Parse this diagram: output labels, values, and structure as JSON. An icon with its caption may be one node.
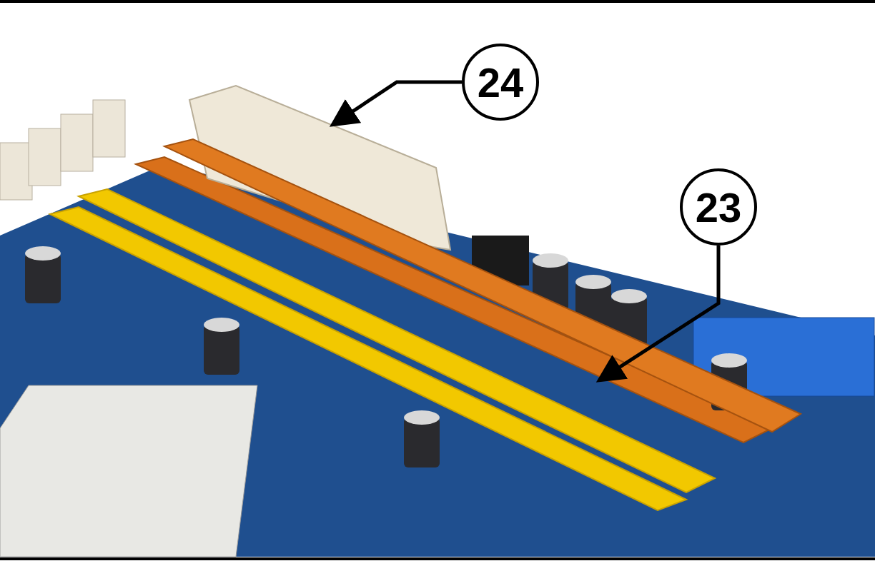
{
  "diagram": {
    "nodes": [
      {
        "text": [
          "24"
        ]
      },
      {
        "text": [],
        "shape": "picture"
      },
      {
        "text": [
          "23"
        ]
      },
      {
        "text": [],
        "shape": "picture"
      }
    ],
    "edges": [
      {
        "from": 0,
        "to": 1,
        "arrow": "to"
      },
      {
        "from": 2,
        "to": 3,
        "arrow": "to"
      }
    ]
  }
}
